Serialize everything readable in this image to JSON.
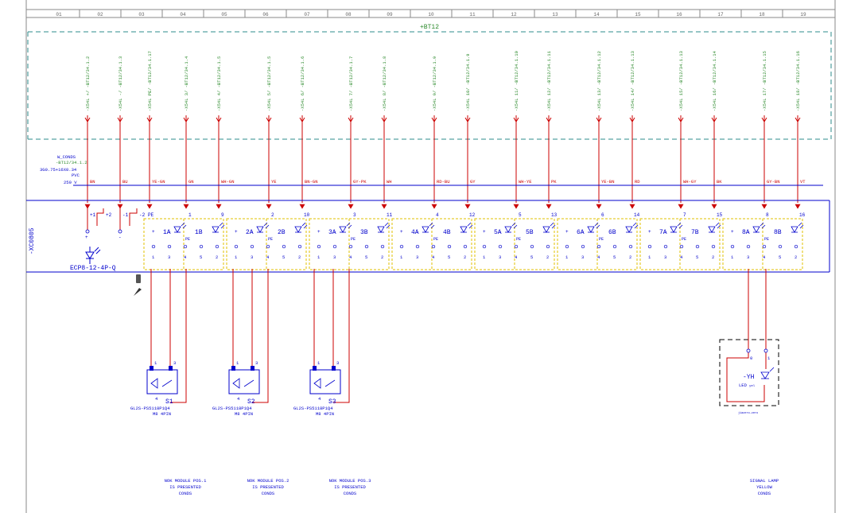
{
  "columns": [
    "01",
    "02",
    "03",
    "04",
    "05",
    "06",
    "07",
    "08",
    "09",
    "10",
    "11",
    "12",
    "13",
    "14",
    "15",
    "16",
    "17",
    "18",
    "19"
  ],
  "title_tag": "+BT12",
  "cable_refs": [
    "-X54L +/ -BT12/34.1.2",
    "-X54L -/ -BT12/34.1.3",
    "-X54L PE/ -BT12/34.1.17",
    "-X54L 3/ -BT12/34.1.4",
    "-X54L 4/ -BT12/34.1.5",
    "-X54L 5/ -BT12/34.1.5",
    "-X54L 6/ -BT12/34.1.6",
    "-X54L 7/ -BT12/34.1.7",
    "-X54L 8/ -BT12/34.1.8",
    "-X54L 9/ -BT12/34.1.9",
    "-X54L 10/ -BT12/34.1.9",
    "-X54L 11/ -BT12/34.1.10",
    "-X54L 12/ -BT12/34.1.11",
    "-X54L 13/ -BT12/34.1.12",
    "-X54L 14/ -BT12/34.1.13",
    "-X54L 15/ -BT12/34.1.13",
    "-X54L 16/ -BT12/34.1.14",
    "-X54L 17/ -BT12/34.1.15",
    "-X54L 18/ -BT12/34.1.16"
  ],
  "wire_colors": [
    "BN",
    "BU",
    "YE-GN",
    "GN",
    "WH-GN",
    "YE",
    "BN-GN",
    "GY-PK",
    "WH",
    "RD-BU",
    "GY",
    "WH-YE",
    "PK",
    "YE-BN",
    "RD",
    "WH-GY",
    "BK",
    "GY-BN",
    "VT"
  ],
  "cable_info": {
    "line1": "W_CONDS",
    "line2": "-BT12/34.1.2",
    "line3": "3G0.75+16X0.34",
    "line4": "PVC",
    "line5": "250 V"
  },
  "terminals": [
    "+1",
    "+2",
    "-1",
    "-2",
    "PE",
    "1",
    "9",
    "2",
    "10",
    "3",
    "11",
    "4",
    "12",
    "5",
    "13",
    "6",
    "14",
    "7",
    "15",
    "8",
    "16"
  ],
  "connector_tag": "-XC0805",
  "connector_part": "ECP8-12-4P-Q",
  "modules": [
    {
      "a": "1A",
      "b": "1B"
    },
    {
      "a": "2A",
      "b": "2B"
    },
    {
      "a": "3A",
      "b": "3B"
    },
    {
      "a": "4A",
      "b": "4B"
    },
    {
      "a": "5A",
      "b": "5B"
    },
    {
      "a": "6A",
      "b": "6B"
    },
    {
      "a": "7A",
      "b": "7B"
    },
    {
      "a": "8A",
      "b": "8B"
    }
  ],
  "module_pins": [
    "1",
    "3",
    "4",
    "5",
    "2"
  ],
  "module_pin_pe": "PE",
  "plus_sign": "+",
  "minus_sign": "-",
  "sensors": [
    {
      "id": "S1",
      "part": "GL2S-PS5118P1Q4",
      "spec": "M8 4PIN",
      "note": [
        "NOK MODULE POS.1",
        "IS PRESENTED",
        "CONDS"
      ]
    },
    {
      "id": "S2",
      "part": "GL2S-PS5118P1Q4",
      "spec": "M8 4PIN",
      "note": [
        "NOK MODULE POS.2",
        "IS PRESENTED",
        "CONDS"
      ]
    },
    {
      "id": "S3",
      "part": "GL2S-PS5118P1Q4",
      "spec": "M8 4PIN",
      "note": [
        "NOK MODULE POS.3",
        "IS PRESENTED",
        "CONDS"
      ]
    }
  ],
  "sensor_pins": [
    "1",
    "3",
    "4"
  ],
  "lamp": {
    "tag": "-YH",
    "label": "LED",
    "sub": "yel",
    "pin_a": "0",
    "pin_b": "1",
    "box_caption": "jiazero-zero",
    "note": [
      "SIGNAL LAMP",
      "YELLOW",
      "CONDS"
    ]
  },
  "colors": {
    "wire": "#cc0000",
    "frame": "#0000cc",
    "module_box": "#e0c000",
    "ref_text": "#2e8b2e",
    "dash": "#2e8b8b",
    "grid": "#888888"
  }
}
